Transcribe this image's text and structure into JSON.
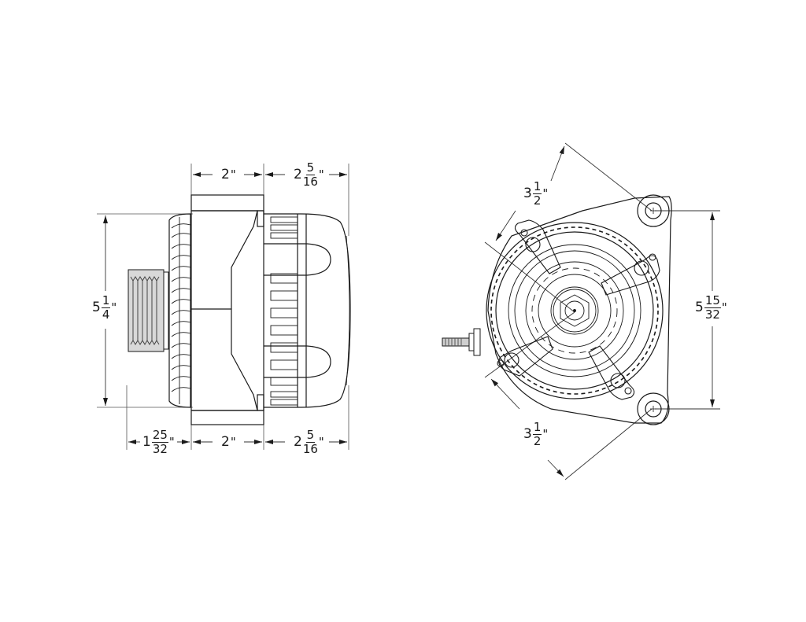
{
  "drawing": {
    "subject": "Alternator dimensional drawing",
    "views": [
      "side-view",
      "front-view"
    ]
  },
  "side_view": {
    "dimensions": {
      "top_left": {
        "whole": "2",
        "num": "",
        "den": "",
        "unit": "\""
      },
      "top_right": {
        "whole": "2",
        "num": "5",
        "den": "16",
        "unit": "\""
      },
      "height": {
        "whole": "5",
        "num": "1",
        "den": "4",
        "unit": "\""
      },
      "bottom_pulley": {
        "whole": "1",
        "num": "25",
        "den": "32",
        "unit": "\""
      },
      "bottom_mid": {
        "whole": "2",
        "num": "",
        "den": "",
        "unit": "\""
      },
      "bottom_right": {
        "whole": "2",
        "num": "5",
        "den": "16",
        "unit": "\""
      }
    }
  },
  "front_view": {
    "dimensions": {
      "upper_diagonal": {
        "whole": "3",
        "num": "1",
        "den": "2",
        "unit": "\""
      },
      "lower_diagonal": {
        "whole": "3",
        "num": "1",
        "den": "2",
        "unit": "\""
      },
      "mount_spacing": {
        "whole": "5",
        "num": "15",
        "den": "32",
        "unit": "\""
      }
    }
  },
  "colors": {
    "line": "#1a1a1a",
    "dim_line": "#444444",
    "background": "#ffffff"
  }
}
